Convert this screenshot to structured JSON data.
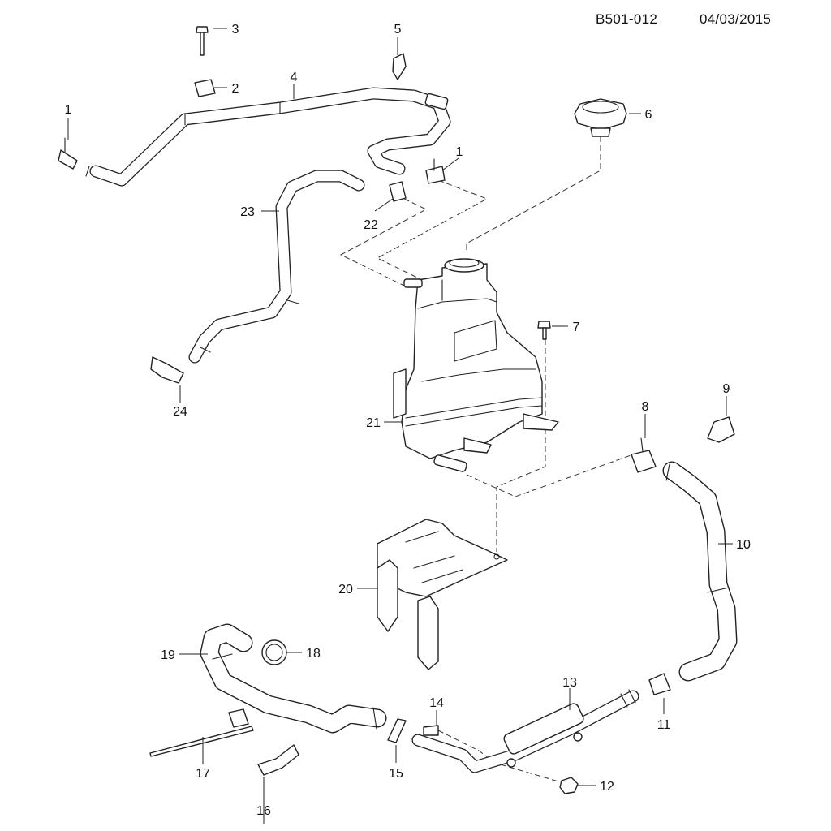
{
  "header": {
    "document_code": "B501-012",
    "date": "04/03/2015"
  },
  "callouts": [
    {
      "id": "c1a",
      "label": "1"
    },
    {
      "id": "c1b",
      "label": "1"
    },
    {
      "id": "c2",
      "label": "2"
    },
    {
      "id": "c3",
      "label": "3"
    },
    {
      "id": "c4",
      "label": "4"
    },
    {
      "id": "c5",
      "label": "5"
    },
    {
      "id": "c6",
      "label": "6"
    },
    {
      "id": "c7",
      "label": "7"
    },
    {
      "id": "c8",
      "label": "8"
    },
    {
      "id": "c9",
      "label": "9"
    },
    {
      "id": "c10",
      "label": "10"
    },
    {
      "id": "c11",
      "label": "11"
    },
    {
      "id": "c12",
      "label": "12"
    },
    {
      "id": "c13",
      "label": "13"
    },
    {
      "id": "c14",
      "label": "14"
    },
    {
      "id": "c15",
      "label": "15"
    },
    {
      "id": "c16",
      "label": "16"
    },
    {
      "id": "c17",
      "label": "17"
    },
    {
      "id": "c18",
      "label": "18"
    },
    {
      "id": "c19",
      "label": "19"
    },
    {
      "id": "c20",
      "label": "20"
    },
    {
      "id": "c21",
      "label": "21"
    },
    {
      "id": "c22",
      "label": "22"
    },
    {
      "id": "c23",
      "label": "23"
    },
    {
      "id": "c24",
      "label": "24"
    }
  ]
}
